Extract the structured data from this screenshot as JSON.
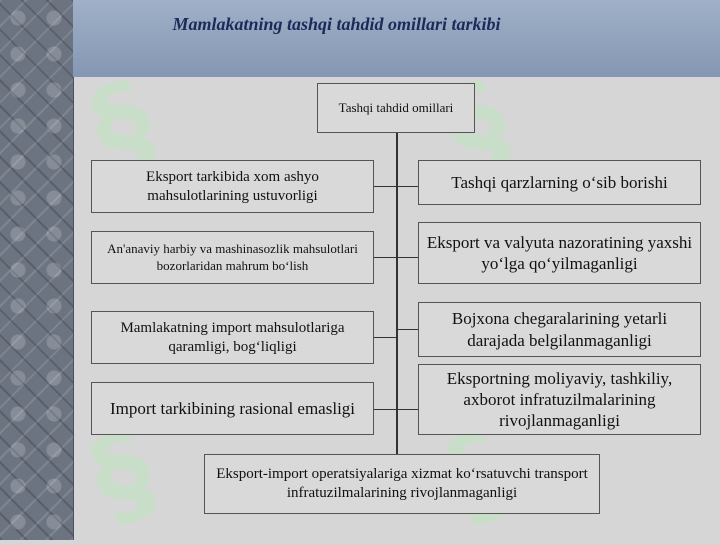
{
  "title": "Mamlakatning tashqi tahdid omillari tarkibi",
  "root": "Tashqi tahdid omillari",
  "left_factors": [
    "Eksport tarkibida xom ashyo mahsulotlarining ustuvorligi",
    "An'anaviy harbiy va mashinasozlik mahsulotlari bozorlaridan mahrum bo‘lish",
    "Mamlakatning import mahsulotlariga qaramligi, bog‘liqligi",
    "Import tarkibining rasional emasligi"
  ],
  "right_factors": [
    "Tashqi qarzlarning o‘sib borishi",
    "Eksport va valyuta nazoratining yaxshi yo‘lga qo‘yilmaganligi",
    "Bojxona chegaralarining yetarli darajada belgilanmaganligi",
    "Eksportning moliyaviy, tashkiliy, axborot infratuzilmalarining rivojlanmaganligi"
  ],
  "bottom_factor": "Eksport-import operatsiyalariga xizmat ko‘rsatuvchi transport infratuzilmalarining rivojlanmaganligi",
  "colors": {
    "banner": "#8fa1bb",
    "box": "#d9d9d9",
    "line": "#333333"
  }
}
